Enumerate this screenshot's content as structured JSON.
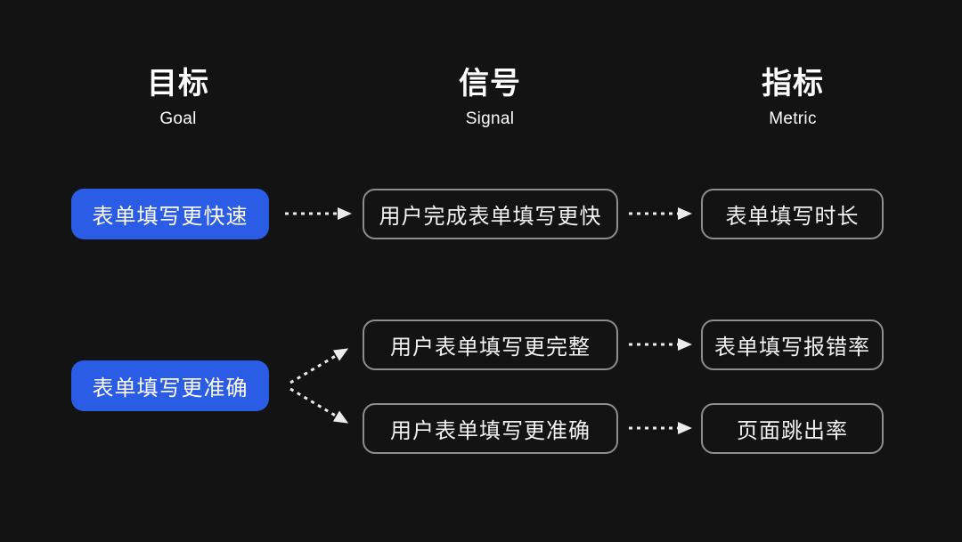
{
  "title": "Goal-Signal-Metric diagram",
  "colors": {
    "background": "#131313",
    "accent_blue": "#2B5CE5",
    "outline_border": "#8d8d92",
    "arrow": "#ececec",
    "text": "#ffffff"
  },
  "headers": [
    {
      "zh": "目标",
      "en": "Goal"
    },
    {
      "zh": "信号",
      "en": "Signal"
    },
    {
      "zh": "指标",
      "en": "Metric"
    }
  ],
  "goals": [
    {
      "label": "表单填写更快速"
    },
    {
      "label": "表单填写更准确"
    }
  ],
  "signals": [
    {
      "label": "用户完成表单填写更快"
    },
    {
      "label": "用户表单填写更完整"
    },
    {
      "label": "用户表单填写更准确"
    }
  ],
  "metrics": [
    {
      "label": "表单填写时长"
    },
    {
      "label": "表单填写报错率"
    },
    {
      "label": "页面跳出率"
    }
  ],
  "connections": [
    {
      "from": "goal-1",
      "to": "signal-1",
      "style": "dashed-arrow"
    },
    {
      "from": "signal-1",
      "to": "metric-1",
      "style": "dashed-arrow"
    },
    {
      "from": "goal-2",
      "to": "signal-2",
      "style": "dashed-arrow"
    },
    {
      "from": "goal-2",
      "to": "signal-3",
      "style": "dashed-arrow"
    },
    {
      "from": "signal-2",
      "to": "metric-2",
      "style": "dashed-arrow"
    },
    {
      "from": "signal-3",
      "to": "metric-3",
      "style": "dashed-arrow"
    }
  ]
}
